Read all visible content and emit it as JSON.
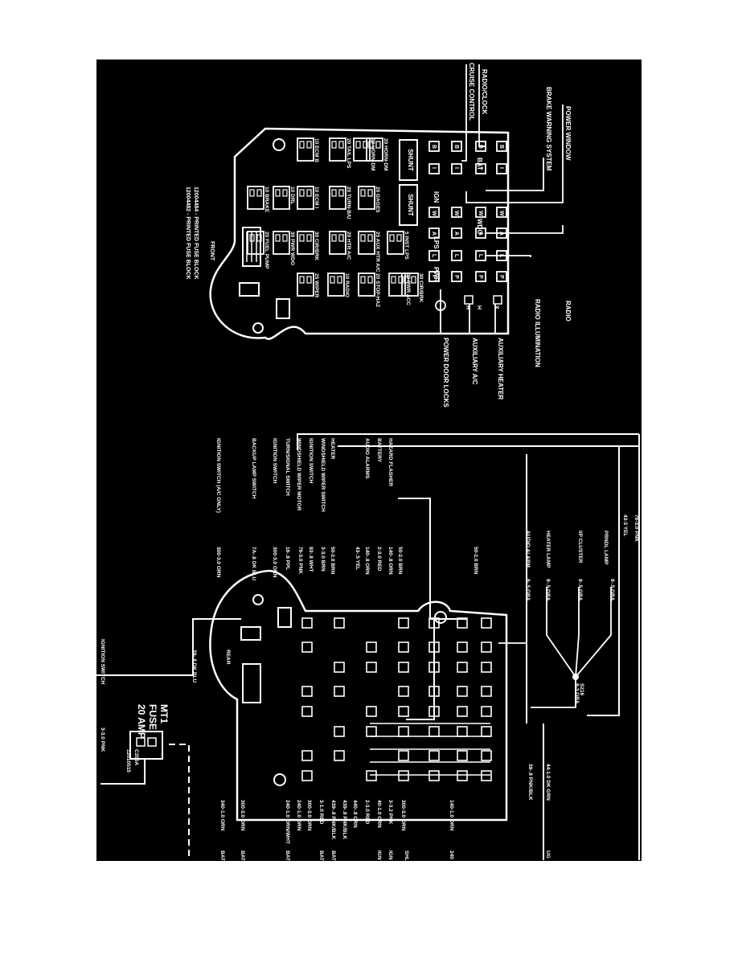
{
  "fuse_block": {
    "callouts_left": [
      "CRUISE CONTROL",
      "RADIO/CLOCK",
      "BRAKE WARNING SYSTEM",
      "POWER WINDOW"
    ],
    "callouts_right": [
      "RADIO",
      "RADIO ILLUMINATION",
      "AUXILIARY HEATER",
      "AUXILIARY A/C",
      "POWER DOOR LOCKS"
    ],
    "part_numbers": [
      "12004484 - PRINTED FUSE BLOCK",
      "12004482 - PRINTED FUSE BLOCK"
    ],
    "front_label": "FRONT",
    "connector_rows": [
      [
        "B",
        "B",
        "B",
        "B"
      ],
      [
        "I",
        "I",
        "I",
        "I"
      ],
      [
        "W",
        "W",
        "W",
        "W"
      ],
      [
        "A",
        "A",
        "A",
        "A"
      ],
      [
        "L",
        "L",
        "L",
        "L"
      ],
      [
        "P",
        "P",
        "P",
        "P"
      ]
    ],
    "letters": [
      "H",
      "H",
      "X"
    ],
    "cavity_labels": [
      "BAT",
      "IGN",
      "WDO",
      "LPS",
      "PWR"
    ],
    "shunts": [
      "SHUNT",
      "SHUNT"
    ],
    "fuse_cols": [
      [
        "10 ECM B",
        "20 TAIL LPS",
        "20 HORN-DM",
        "20 HORN-DM"
      ],
      [
        "10 BRAKE",
        "10 DRL",
        "10 ECM I",
        "20 TURN-B/U",
        "20 GAGES"
      ],
      [
        "20 FUEL PUMP",
        "30 PWR WDO",
        "30 CIR/BRK",
        "20 HTR A/C",
        "25 AUX HTR A/C",
        "5 INST LPS"
      ],
      [
        "25 WIPER",
        "10 RADIO",
        "20 STOP-HAZ",
        "30 PWR ACC",
        "30 CIR/BRK"
      ]
    ]
  },
  "wiring": {
    "top_labels": [
      "76-3.0 PNK",
      "43-3 YEL",
      "PRNDL LAMP",
      "I/P CLUSTER",
      "HEATER LAMP",
      "AUDIO ALARM",
      "8-.5 GRA",
      "8-.5 GRA",
      "8-.5 GRA",
      "8-.5 GRA",
      "8-3 GRA",
      "S216"
    ],
    "left_labels": [
      "HAZARD FLASHER",
      "BATTERY",
      "AUDIO ALARMS",
      "HEATER",
      "WINDSHIELD WIPER SWITCH",
      "IGNITION SWITCH",
      "WINDSHIELD WIPER MOTOR",
      "TURN/SIGNAL SWITCH",
      "IGNITION SWITCH",
      "BACKUP LAMP SWITCH",
      "IGNITION SWITCH (A/C ONLY)"
    ],
    "left_wire_codes": [
      "50-2.0 BRN",
      "50-2.0 BRN",
      "140-.8 ORN",
      "2-3.0 RED",
      "140-.8 ORN",
      "43-.5 YEL",
      "50-2.0 BRN",
      "3-3.0 BRN",
      "93-.8 WHT",
      "76-3.0 PNK",
      "16-.8 PPL",
      "300-3.0 ORN",
      "7A-.8 DK BLU",
      "300-3.0 ORN"
    ],
    "right_wire_codes": [
      "44-1.0 DK GRN",
      "39-.8 PNK/BLK",
      "140-1.0 ORN",
      "300-3.0 ORN",
      "3-3.2 PNK",
      "40-1.0 ORN",
      "2-3.0 RED",
      "440-.8 ORN",
      "439-.8 PNK/BLK",
      "439-.8 PNK/BLK",
      "3-1.0 RED",
      "300-3.0 ORN",
      "240-1.0 ORN",
      "240-1.0 ORN/WHT",
      "300-3.0 ORN",
      "340-1.0 ORN"
    ],
    "bottom_labels": [
      "IGNITION SWITCH",
      "3-3.0 PNK",
      "39-.8 DK BLU",
      "REAR",
      "C205A",
      "12010515"
    ],
    "fuse_mt1": [
      "MT1",
      "FUSE",
      "20 AMP"
    ],
    "edge_labels": [
      "UG",
      "240",
      "SHL",
      "IGN",
      "IGN",
      "BAT",
      "BAT",
      "BAT",
      "BAT",
      "BAT"
    ]
  }
}
